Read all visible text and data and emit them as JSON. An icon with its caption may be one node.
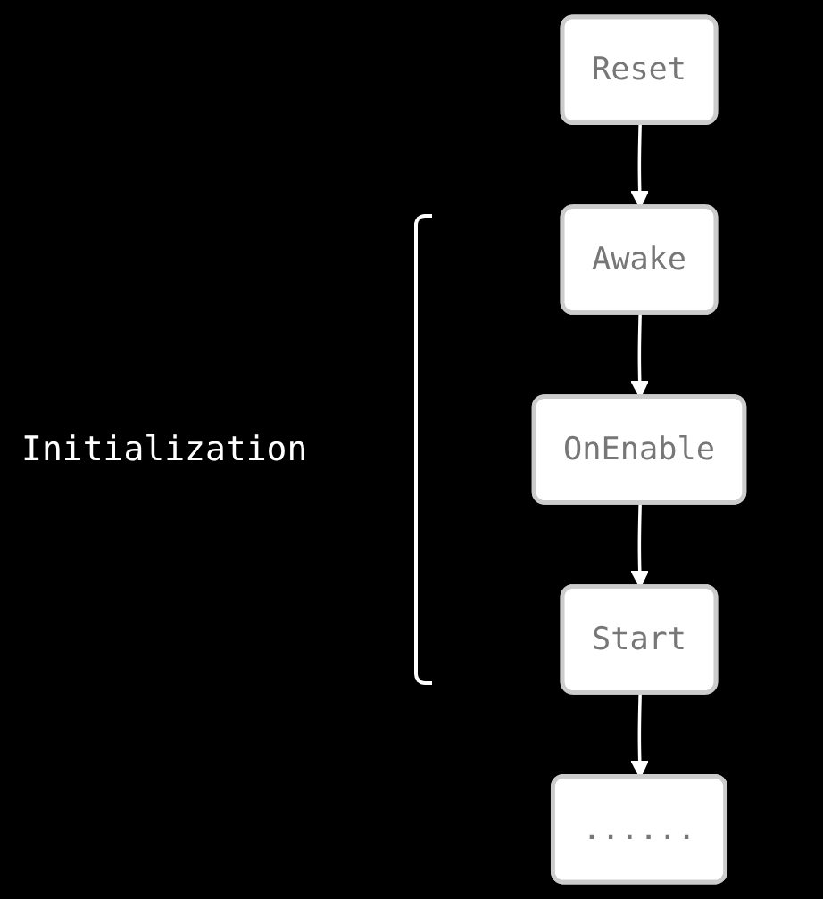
{
  "diagram": {
    "nodes": [
      {
        "text": [
          "Reset"
        ]
      },
      {
        "text": [
          "Awake"
        ]
      },
      {
        "text": [
          "OnEnable"
        ]
      },
      {
        "text": [
          "Start"
        ]
      },
      {
        "text": [
          "......"
        ]
      }
    ],
    "edges": [
      {
        "from": 0,
        "to": 1,
        "arrow": "to"
      },
      {
        "from": 1,
        "to": 2,
        "arrow": "to"
      },
      {
        "from": 2,
        "to": 3,
        "arrow": "to"
      },
      {
        "from": 3,
        "to": 4,
        "arrow": "to"
      }
    ],
    "labels": [
      "Initialization"
    ]
  }
}
